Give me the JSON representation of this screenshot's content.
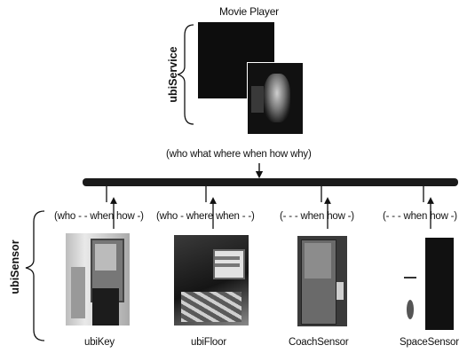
{
  "service": {
    "title": "Movie Player",
    "group_label": "ubiService",
    "context": "(who what where when how why)"
  },
  "sensors": {
    "group_label": "ubiSensor",
    "items": [
      {
        "name": "ubiKey",
        "context": "(who - - when how -)"
      },
      {
        "name": "ubiFloor",
        "context": "(who - where when - -)"
      },
      {
        "name": "CoachSensor",
        "context": "(- - - when how -)"
      },
      {
        "name": "SpaceSensor",
        "context": "(- - - when how -)"
      }
    ]
  },
  "colors": {
    "ink": "#111111",
    "bus": "#1a1a1a"
  }
}
